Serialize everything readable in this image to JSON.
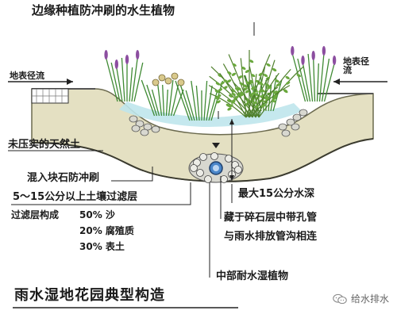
{
  "labels": {
    "title_top": "边缘种植防冲刷的水生植物",
    "surface_runoff_left": "地表径流",
    "surface_runoff_right": "地表径流",
    "unconsolidated_soil": "未压实的天然土",
    "mixed_stone": "混入块石防冲刷",
    "filter_layer": "5～15公分以上土壤过滤层",
    "filter_composition_title": "过滤层构成",
    "comp_sand": "50% 沙",
    "comp_humus": "20% 腐殖质",
    "comp_topsoil": "30% 表土",
    "max_depth": "最大15公分水深",
    "pipe_note_1": "藏于碎石层中带孔管",
    "pipe_note_2": "与雨水排放管沟相连",
    "middle_plants": "中部耐水湿植物",
    "bottom_title": "雨水湿地花园典型构造"
  },
  "watermark": {
    "text": "给水排水",
    "icon": "wechat-icon"
  },
  "colors": {
    "soil": "#e4e0c2",
    "soil_edge": "#6b6a4e",
    "water": "#bfe6ec",
    "gravel": "#d8d8d0",
    "pipe": "#4a86c9",
    "plant_green": "#3f8a33",
    "flower_purple": "#8c4ea0"
  }
}
